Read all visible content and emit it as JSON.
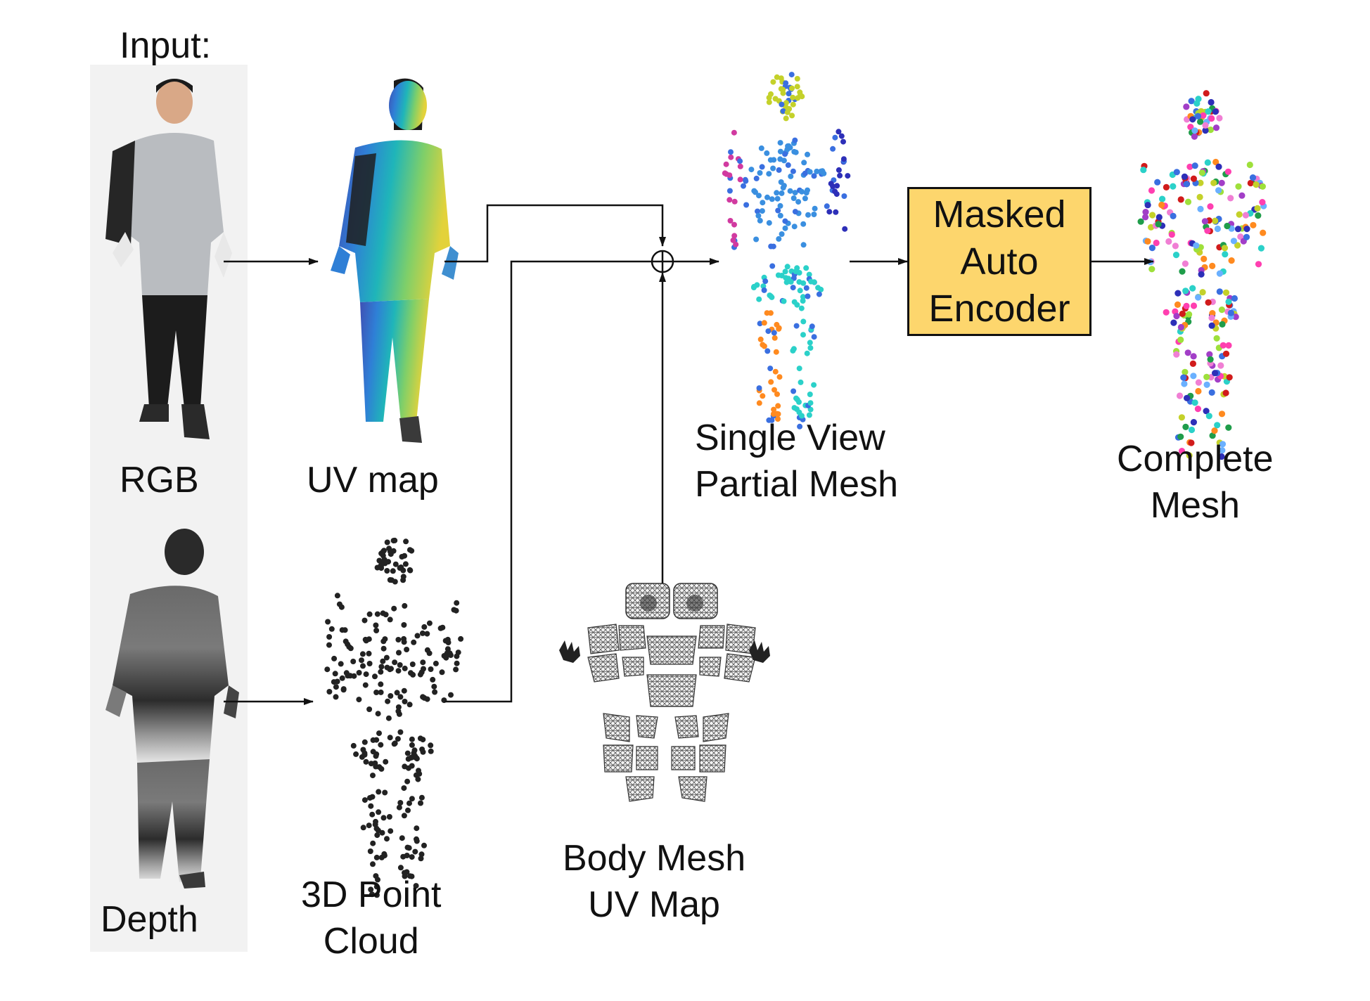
{
  "labels": {
    "input_header": "Input:",
    "rgb": "RGB",
    "depth": "Depth",
    "uv_map": "UV map",
    "point_cloud": [
      "3D Point",
      "Cloud"
    ],
    "body_mesh": [
      "Body Mesh",
      "UV Map"
    ],
    "partial_mesh": [
      "Single View",
      "Partial Mesh"
    ],
    "complete_mesh": [
      "Complete",
      "Mesh"
    ]
  },
  "encoder": {
    "label": [
      "Masked",
      "Auto",
      "Encoder"
    ],
    "fill": "#fdd66d"
  },
  "colors": {
    "panel_bg": "#f2f2f2",
    "arrow": "#111111",
    "uv_gradient": [
      "#3f4fb3",
      "#2f7fd6",
      "#1fb5b9",
      "#7fcf69",
      "#e3d23b"
    ],
    "body_segments": [
      "#ff3fb0",
      "#3a6fe0",
      "#2d2fb8",
      "#2bd1c9",
      "#9ee03b",
      "#ff8a1f",
      "#c4d12a",
      "#a23ec7",
      "#d11b1b",
      "#1f9d4a",
      "#f07fd4",
      "#6ab0ff"
    ]
  },
  "icons": {
    "sum_node": "circle-plus",
    "person_rgb": "person-photo",
    "person_depth": "person-depth-map",
    "person_uv": "person-uv-map",
    "point_cloud": "point-cloud",
    "partial_mesh": "partial-point-mesh",
    "complete_mesh": "complete-point-mesh",
    "body_mesh_uv": "body-uv-patches"
  }
}
